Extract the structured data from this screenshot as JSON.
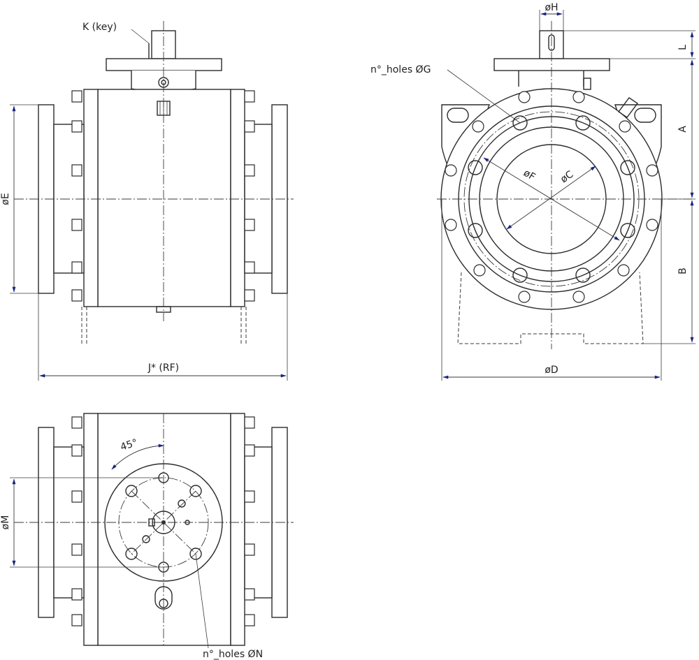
{
  "labels": {
    "key": "K (key)",
    "dim_h": "øH",
    "dim_l": "L",
    "dim_a": "A",
    "dim_b": "B",
    "dim_c": "øC",
    "dim_f": "øF",
    "dim_d": "øD",
    "dim_e": "øE",
    "dim_j": "J* (RF)",
    "holes_g": "n°_holes ØG",
    "holes_n": "n°_holes ØN",
    "dim_m": "øM",
    "angle": "45°"
  },
  "colors": {
    "line": "#2b2b2b",
    "arrow": "#1a237e",
    "background": "#ffffff"
  }
}
